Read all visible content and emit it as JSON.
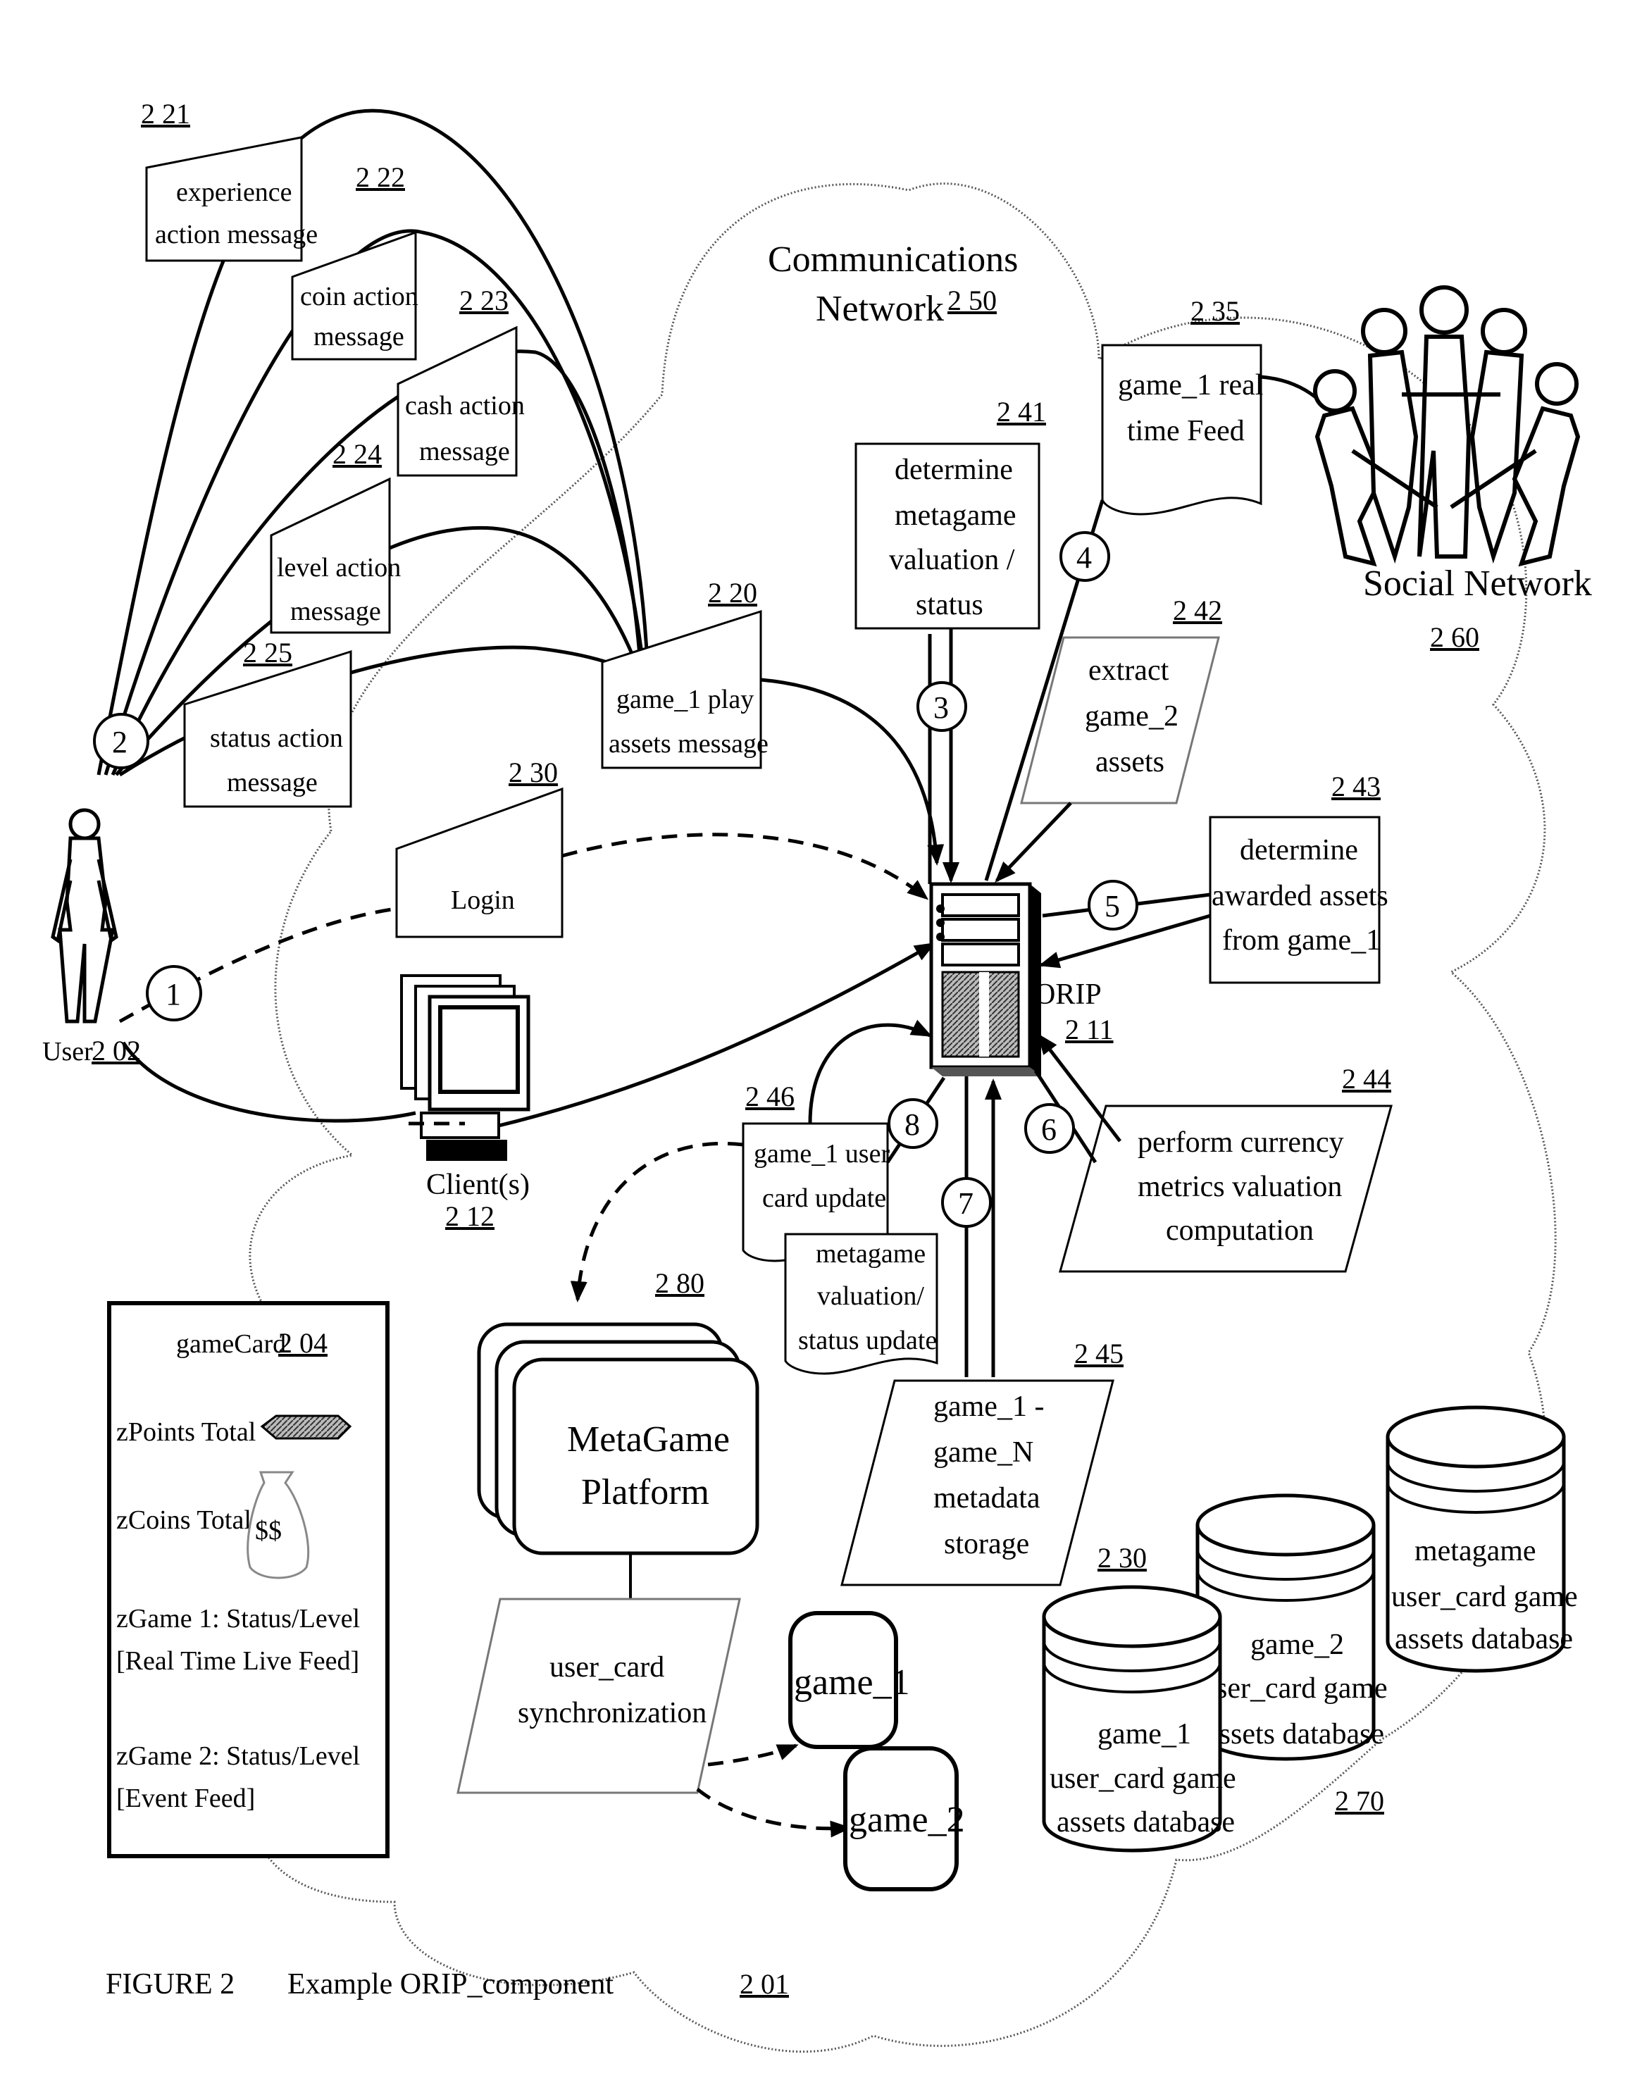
{
  "figure": {
    "label": "FIGURE 2",
    "caption": "Example ORIP_component",
    "ref": "2 01"
  },
  "network": {
    "line1": "Communications",
    "line2": "Network",
    "ref": "2 50"
  },
  "social": {
    "label": "Social Network",
    "ref": "2 60"
  },
  "user": {
    "label": "User",
    "ref": "2 02"
  },
  "clients": {
    "label": "Client(s)",
    "ref": "2 12"
  },
  "orip": {
    "label": "ORIP",
    "ref": "2 11"
  },
  "messages": {
    "experience": {
      "ref": "2 21",
      "line1": "experience",
      "line2": "action message"
    },
    "coin": {
      "ref": "2 22",
      "line1": "coin action",
      "line2": "message"
    },
    "cash": {
      "ref": "2 23",
      "line1": "cash action",
      "line2": "message"
    },
    "level": {
      "ref": "2 24",
      "line1": "level action",
      "line2": "message"
    },
    "status": {
      "ref": "2 25",
      "line1": "status action",
      "line2": "message"
    },
    "play": {
      "ref": "2 20",
      "line1": "game_1 play",
      "line2": "assets message"
    },
    "login": {
      "ref": "2 30",
      "label": "Login"
    },
    "feed": {
      "ref": "2 35",
      "line1": "game_1 real",
      "line2": "time Feed"
    }
  },
  "steps": {
    "s241": {
      "ref": "2 41",
      "lines": [
        "determine",
        "metagame",
        "valuation /",
        "status"
      ]
    },
    "s242": {
      "ref": "2 42",
      "lines": [
        "extract",
        "game_2",
        "assets"
      ]
    },
    "s243": {
      "ref": "2 43",
      "lines": [
        "determine",
        "awarded assets",
        "from game_1"
      ]
    },
    "s244": {
      "ref": "2 44",
      "lines": [
        "perform currency",
        "metrics valuation",
        "computation"
      ]
    },
    "s245": {
      "ref": "2 45",
      "lines": [
        "game_1 -",
        "game_N",
        "metadata",
        "storage"
      ]
    },
    "s246": {
      "ref": "2 46",
      "lines": [
        "game_1 user",
        "card update"
      ]
    },
    "s247": {
      "lines": [
        "metagame",
        "valuation/",
        "status update"
      ]
    }
  },
  "circles": [
    "1",
    "2",
    "3",
    "4",
    "5",
    "6",
    "7",
    "8"
  ],
  "gamecard": {
    "title": "gameCard",
    "ref": "2 04",
    "zpoints": "zPoints Total",
    "zcoins": "zCoins Total",
    "money": "$$",
    "zgame1_a": "zGame 1: Status/Level",
    "zgame1_b": "[Real Time Live Feed]",
    "zgame2_a": "zGame 2: Status/Level",
    "zgame2_b": "[Event Feed]"
  },
  "platform": {
    "ref": "2 80",
    "line1": "MetaGame",
    "line2": "Platform"
  },
  "sync": {
    "line1": "user_card",
    "line2": "synchronization"
  },
  "games": {
    "game1": "game_1",
    "game2": "game_2"
  },
  "databases": {
    "ref_a": "2 30",
    "ref_b": "2 70",
    "db1": [
      "game_1",
      "user_card game",
      "assets database"
    ],
    "db2": [
      "game_2",
      "user_card game",
      "assets database"
    ],
    "db3": [
      "metagame",
      "user_card game",
      "assets database"
    ]
  }
}
